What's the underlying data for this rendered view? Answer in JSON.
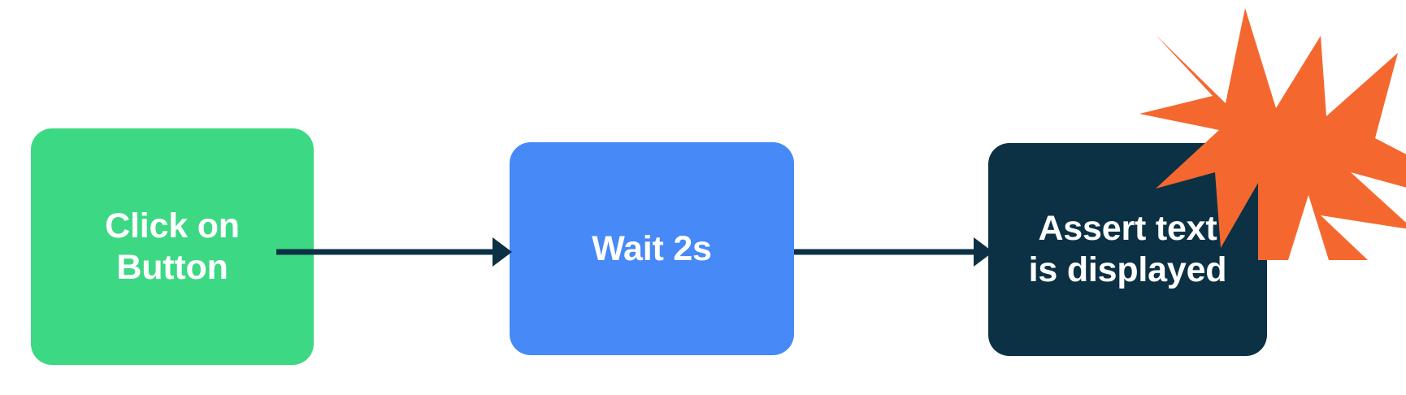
{
  "diagram": {
    "title": "Click on Button → Wait 2s → Assert text is displayed",
    "background_color": "#FFFFFF",
    "nodes": [
      {
        "id": "click-on-button",
        "label": "Click on\nButton",
        "fill_color": "#3DD884",
        "text_color": "#FFFFFF",
        "shape": "rounded-rectangle"
      },
      {
        "id": "wait-2s",
        "label": "Wait 2s",
        "fill_color": "#4789F7",
        "text_color": "#FFFFFF",
        "shape": "rounded-rectangle"
      },
      {
        "id": "assert-text-is-displayed",
        "label": "Assert text\nis displayed",
        "fill_color": "#0C3145",
        "text_color": "#FFFFFF",
        "shape": "rounded-rectangle"
      }
    ],
    "connectors": [
      {
        "id": "connector-click-to-wait",
        "from": "click-on-button",
        "to": "wait-2s",
        "label": "",
        "color": "#0C3145",
        "style": "solid-arrow"
      },
      {
        "id": "connector-wait-to-assert",
        "from": "wait-2s",
        "to": "assert-text-is-displayed",
        "label": "",
        "color": "#0C3145",
        "style": "solid-arrow"
      }
    ],
    "decorations": [
      {
        "id": "explosion-burst",
        "shape": "starburst",
        "points": 12,
        "fill_color": "#F4682F",
        "attached_to": "assert-text-is-displayed"
      }
    ]
  }
}
